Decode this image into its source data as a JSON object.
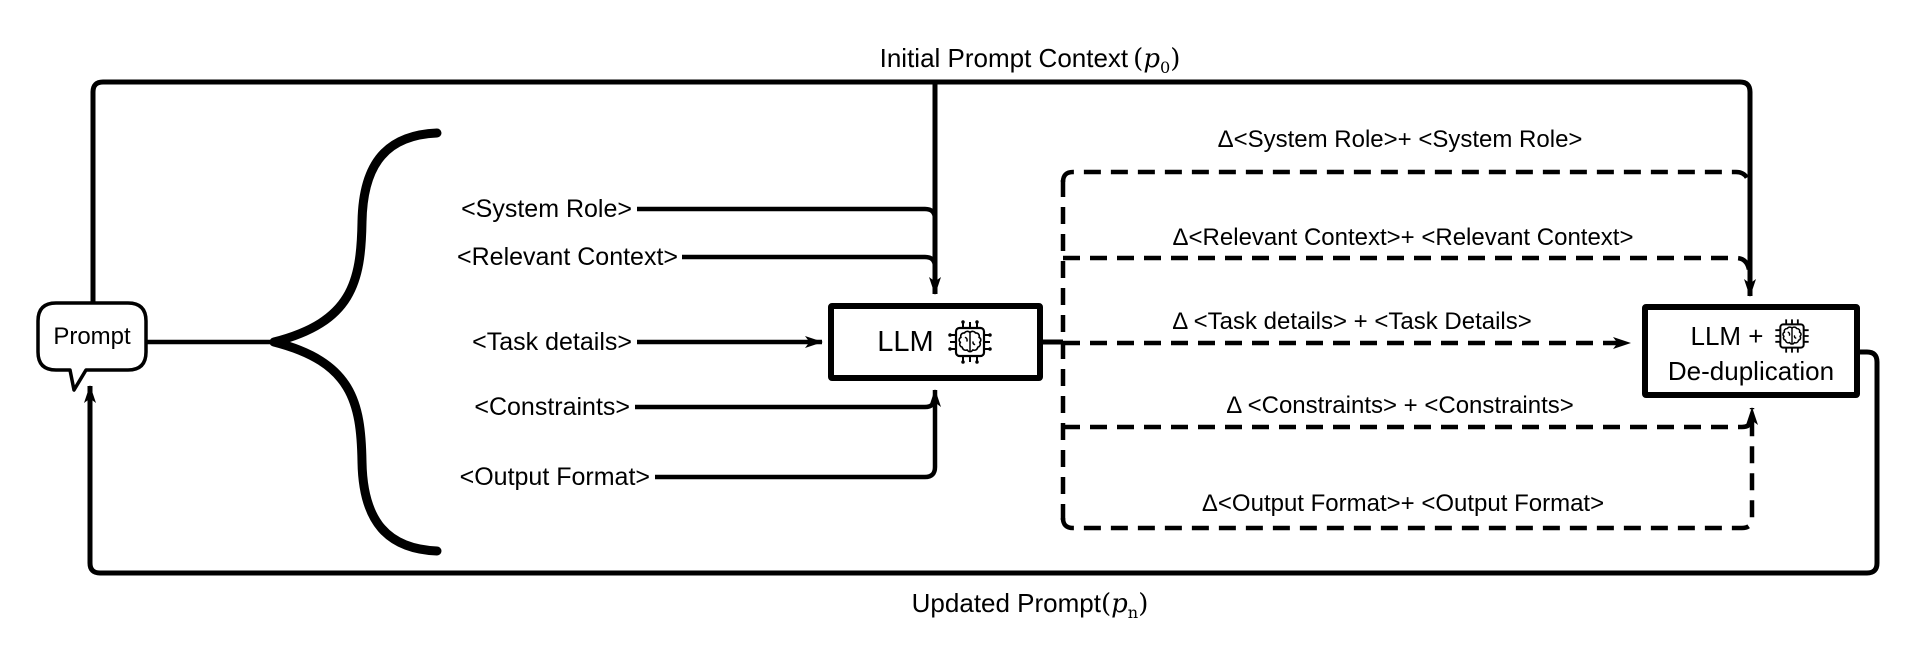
{
  "colors": {
    "background": "#ffffff",
    "ink": "#000000"
  },
  "top_loop_label": {
    "text": "Initial Prompt Context",
    "paren_open": "(",
    "var": "p",
    "sub": "0",
    "paren_close": ")"
  },
  "bottom_loop_label": {
    "text": "Updated Prompt",
    "paren_open": "(",
    "var": "p",
    "sub": "n",
    "paren_close": ")"
  },
  "prompt_node": {
    "label": "Prompt"
  },
  "llm_node": {
    "label": "LLM"
  },
  "dedup_node": {
    "line1": "LLM +",
    "line2": "De-duplication"
  },
  "prompt_components": [
    {
      "label": "<System Role>"
    },
    {
      "label": "<Relevant Context>"
    },
    {
      "label": "<Task details>"
    },
    {
      "label": "<Constraints>"
    },
    {
      "label": "<Output Format>"
    }
  ],
  "delta_outputs": [
    {
      "label": "Δ<System Role>+ <System Role>"
    },
    {
      "label": "Δ<Relevant Context>+ <Relevant Context>"
    },
    {
      "label": "Δ <Task details> + <Task Details>"
    },
    {
      "label": "Δ <Constraints> + <Constraints>"
    },
    {
      "label": "Δ<Output Format>+ <Output Format>"
    }
  ]
}
